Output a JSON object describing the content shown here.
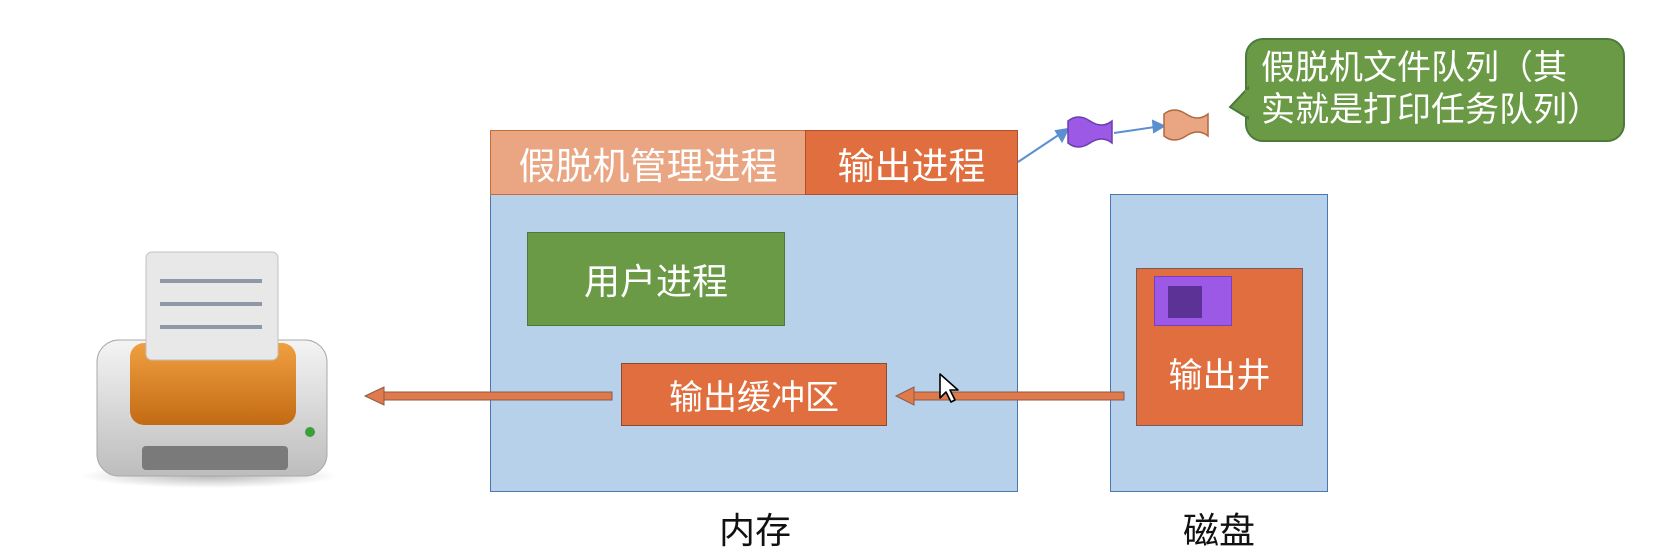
{
  "diagram": {
    "memory": {
      "spool_manager": "假脱机管理进程",
      "output_process": "输出进程",
      "user_process": "用户进程",
      "output_buffer": "输出缓冲区",
      "label": "内存"
    },
    "disk": {
      "output_well": "输出井",
      "label": "磁盘"
    },
    "callout": {
      "line1": "假脱机文件队列（其",
      "line2": "实就是打印任务队列）"
    },
    "colors": {
      "light_blue": "#b8d1ea",
      "orange": "#e06e3e",
      "light_orange": "#eaa583",
      "green": "#6a9a45",
      "purple": "#9b59e6",
      "printer_body": "#d4d4d4",
      "printer_tray": "#d97a1c"
    },
    "icons": [
      "printer-icon",
      "spool-file-icon",
      "mouse-cursor-icon"
    ]
  }
}
